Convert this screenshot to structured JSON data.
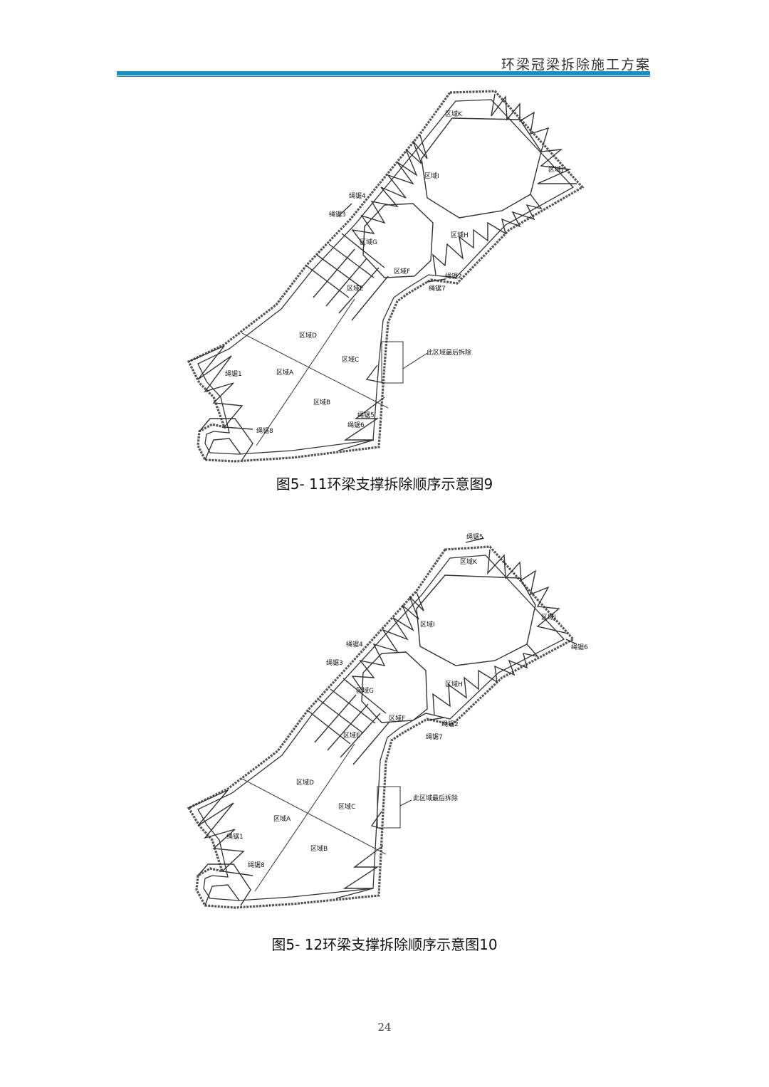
{
  "header": {
    "title": "环梁冠梁拆除施工方案"
  },
  "figures": [
    {
      "caption": "图5- 11环梁支撑拆除顺序示意图9",
      "labels": {
        "zone_a": "区域A",
        "zone_b": "区域B",
        "zone_c": "区域C",
        "zone_d": "区域D",
        "zone_e": "区域E",
        "zone_f": "区域F",
        "zone_g": "区域G",
        "zone_h": "区域H",
        "zone_i": "区域I",
        "zone_j": "区域J",
        "zone_k": "区域K",
        "saw1": "绳锯1",
        "saw2": "绳锯2",
        "saw3": "绳锯3",
        "saw4": "绳锯4",
        "saw5": "绳锯5",
        "saw6": "绳锯6",
        "saw7": "绳锯7",
        "saw8": "绳锯8",
        "last_note": "此区域最后拆除"
      }
    },
    {
      "caption": "图5- 12环梁支撑拆除顺序示意图10",
      "labels": {
        "zone_a": "区域A",
        "zone_b": "区域B",
        "zone_c": "区域C",
        "zone_d": "区域D",
        "zone_e": "区域E",
        "zone_f": "区域F",
        "zone_g": "区域G",
        "zone_h": "区域H",
        "zone_i": "区域I",
        "zone_j": "区域J",
        "zone_k": "区域K",
        "saw1": "绳锯1",
        "saw2": "绳锯2",
        "saw3": "绳锯3",
        "saw4": "绳锯4",
        "saw5": "绳锯5",
        "saw6": "绳锯6",
        "saw7": "绳锯7",
        "saw8": "绳锯8",
        "last_note": "此区域最后拆除"
      }
    }
  ],
  "footer": {
    "page_number": "24"
  }
}
